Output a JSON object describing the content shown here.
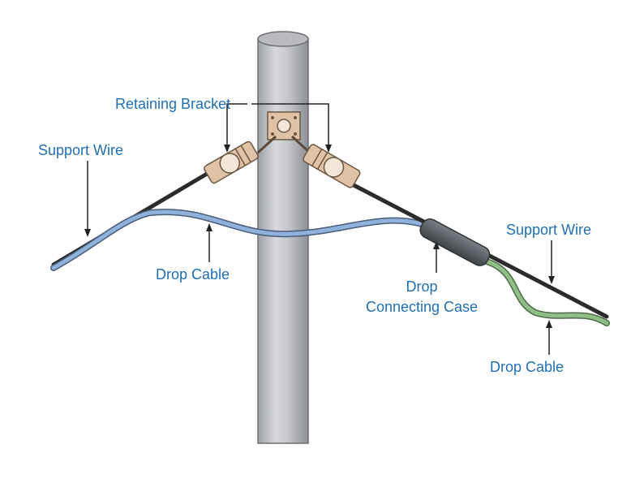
{
  "labels": {
    "retaining_bracket": "Retaining Bracket",
    "support_wire_left": "Support Wire",
    "drop_cable_left": "Drop Cable",
    "drop_connecting_case_line1": "Drop",
    "drop_connecting_case_line2": "Connecting Case",
    "support_wire_right": "Support Wire",
    "drop_cable_right": "Drop Cable"
  },
  "colors": {
    "label_text": "#1f6fb2",
    "pole": "#c9cbcf",
    "support_wire": "#2b2b2b",
    "drop_cable_blue": "#8fb1dc",
    "drop_cable_green": "#8fbf86",
    "connecting_case": "#555a60",
    "bracket": "#e0c3a6"
  }
}
